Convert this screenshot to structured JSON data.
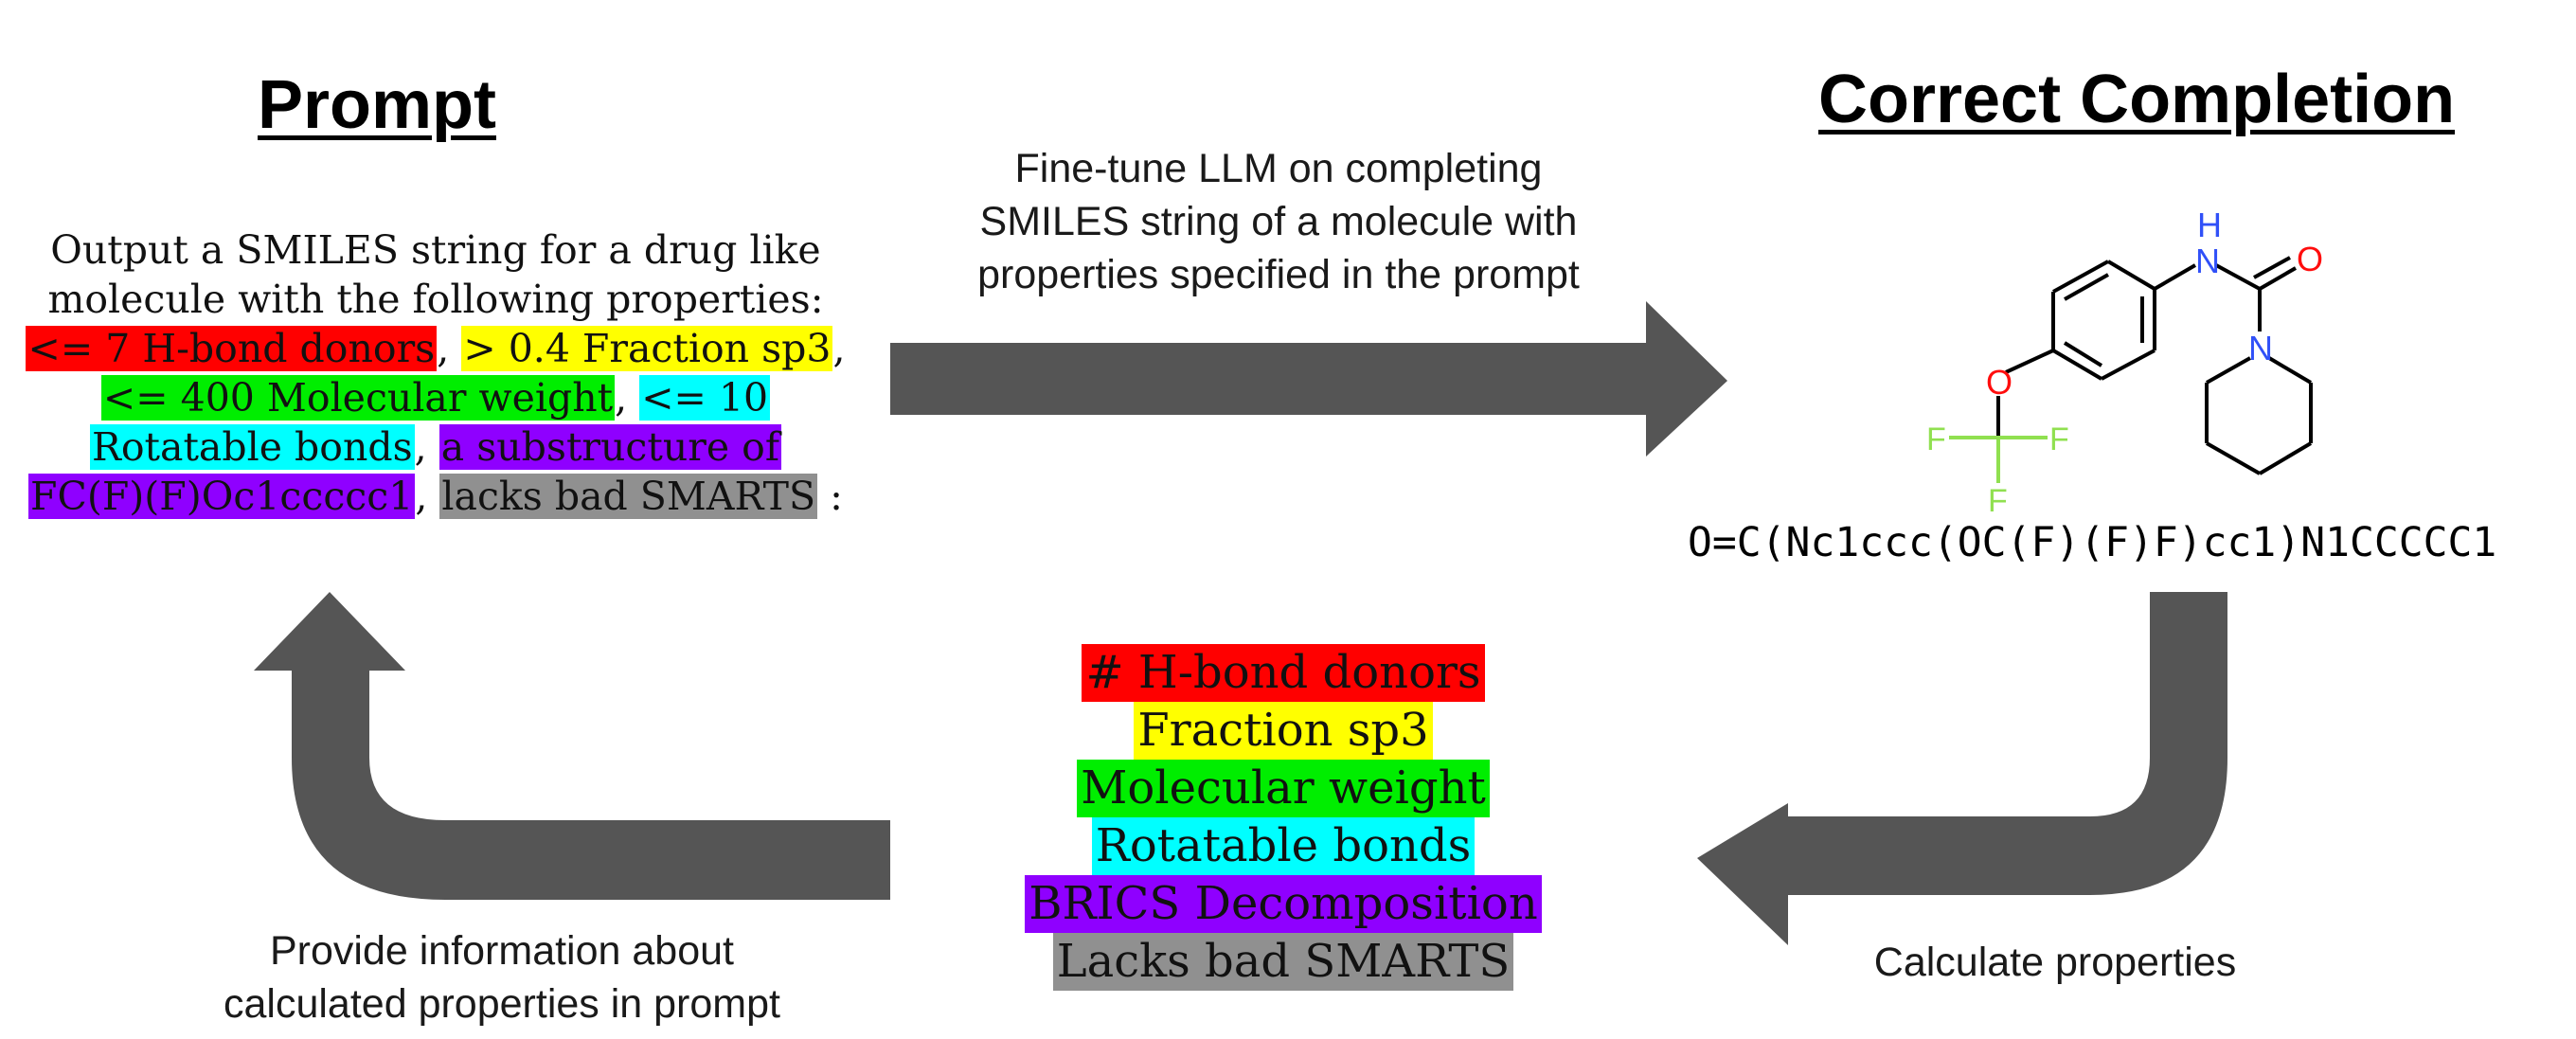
{
  "headings": {
    "prompt": "Prompt",
    "completion": "Correct Completion"
  },
  "captions": {
    "finetune": [
      "Fine-tune LLM on completing",
      "SMILES string of a molecule with",
      "properties specified in the prompt"
    ],
    "provide": [
      "Provide information about",
      "calculated properties in prompt"
    ],
    "calculate": "Calculate properties"
  },
  "prompt_text": {
    "line1": "Output a SMILES string for a drug like",
    "line2": "molecule with the following properties:",
    "hbond": "<= 7 H-bond donors",
    "fsp3": "> 0.4 Fraction sp3",
    "mw": "<= 400 Molecular weight",
    "rotatable_a": "<= 10",
    "rotatable_b": "Rotatable bonds",
    "substructure_a": "a substructure of",
    "substructure_b": "FC(F)(F)Oc1ccccc1",
    "smarts": "lacks bad SMARTS",
    "comma": ",",
    "end": " :"
  },
  "property_list": [
    {
      "label": "# H-bond donors",
      "color": "#ff0000"
    },
    {
      "label": "Fraction sp3",
      "color": "#ffff00"
    },
    {
      "label": "Molecular weight",
      "color": "#00ee00"
    },
    {
      "label": "Rotatable bonds",
      "color": "#00ffff"
    },
    {
      "label": "BRICS Decomposition",
      "color": "#8f00ff"
    },
    {
      "label": "Lacks bad SMARTS",
      "color": "#909090"
    }
  ],
  "molecule": {
    "smiles": "O=C(Nc1ccc(OC(F)(F)F)cc1)N1CCCCC1",
    "atom_labels": {
      "nitrogen_h": "H",
      "nitrogen_amide": "N",
      "oxygen_carbonyl": "O",
      "nitrogen_ring": "N",
      "oxygen_ether": "O",
      "fluorine": "F"
    },
    "colors": {
      "nitrogen": "#3050f8",
      "oxygen": "#ff0d0d",
      "fluorine": "#90e050",
      "bond": "#000000"
    }
  },
  "arrow_color": "#555555"
}
